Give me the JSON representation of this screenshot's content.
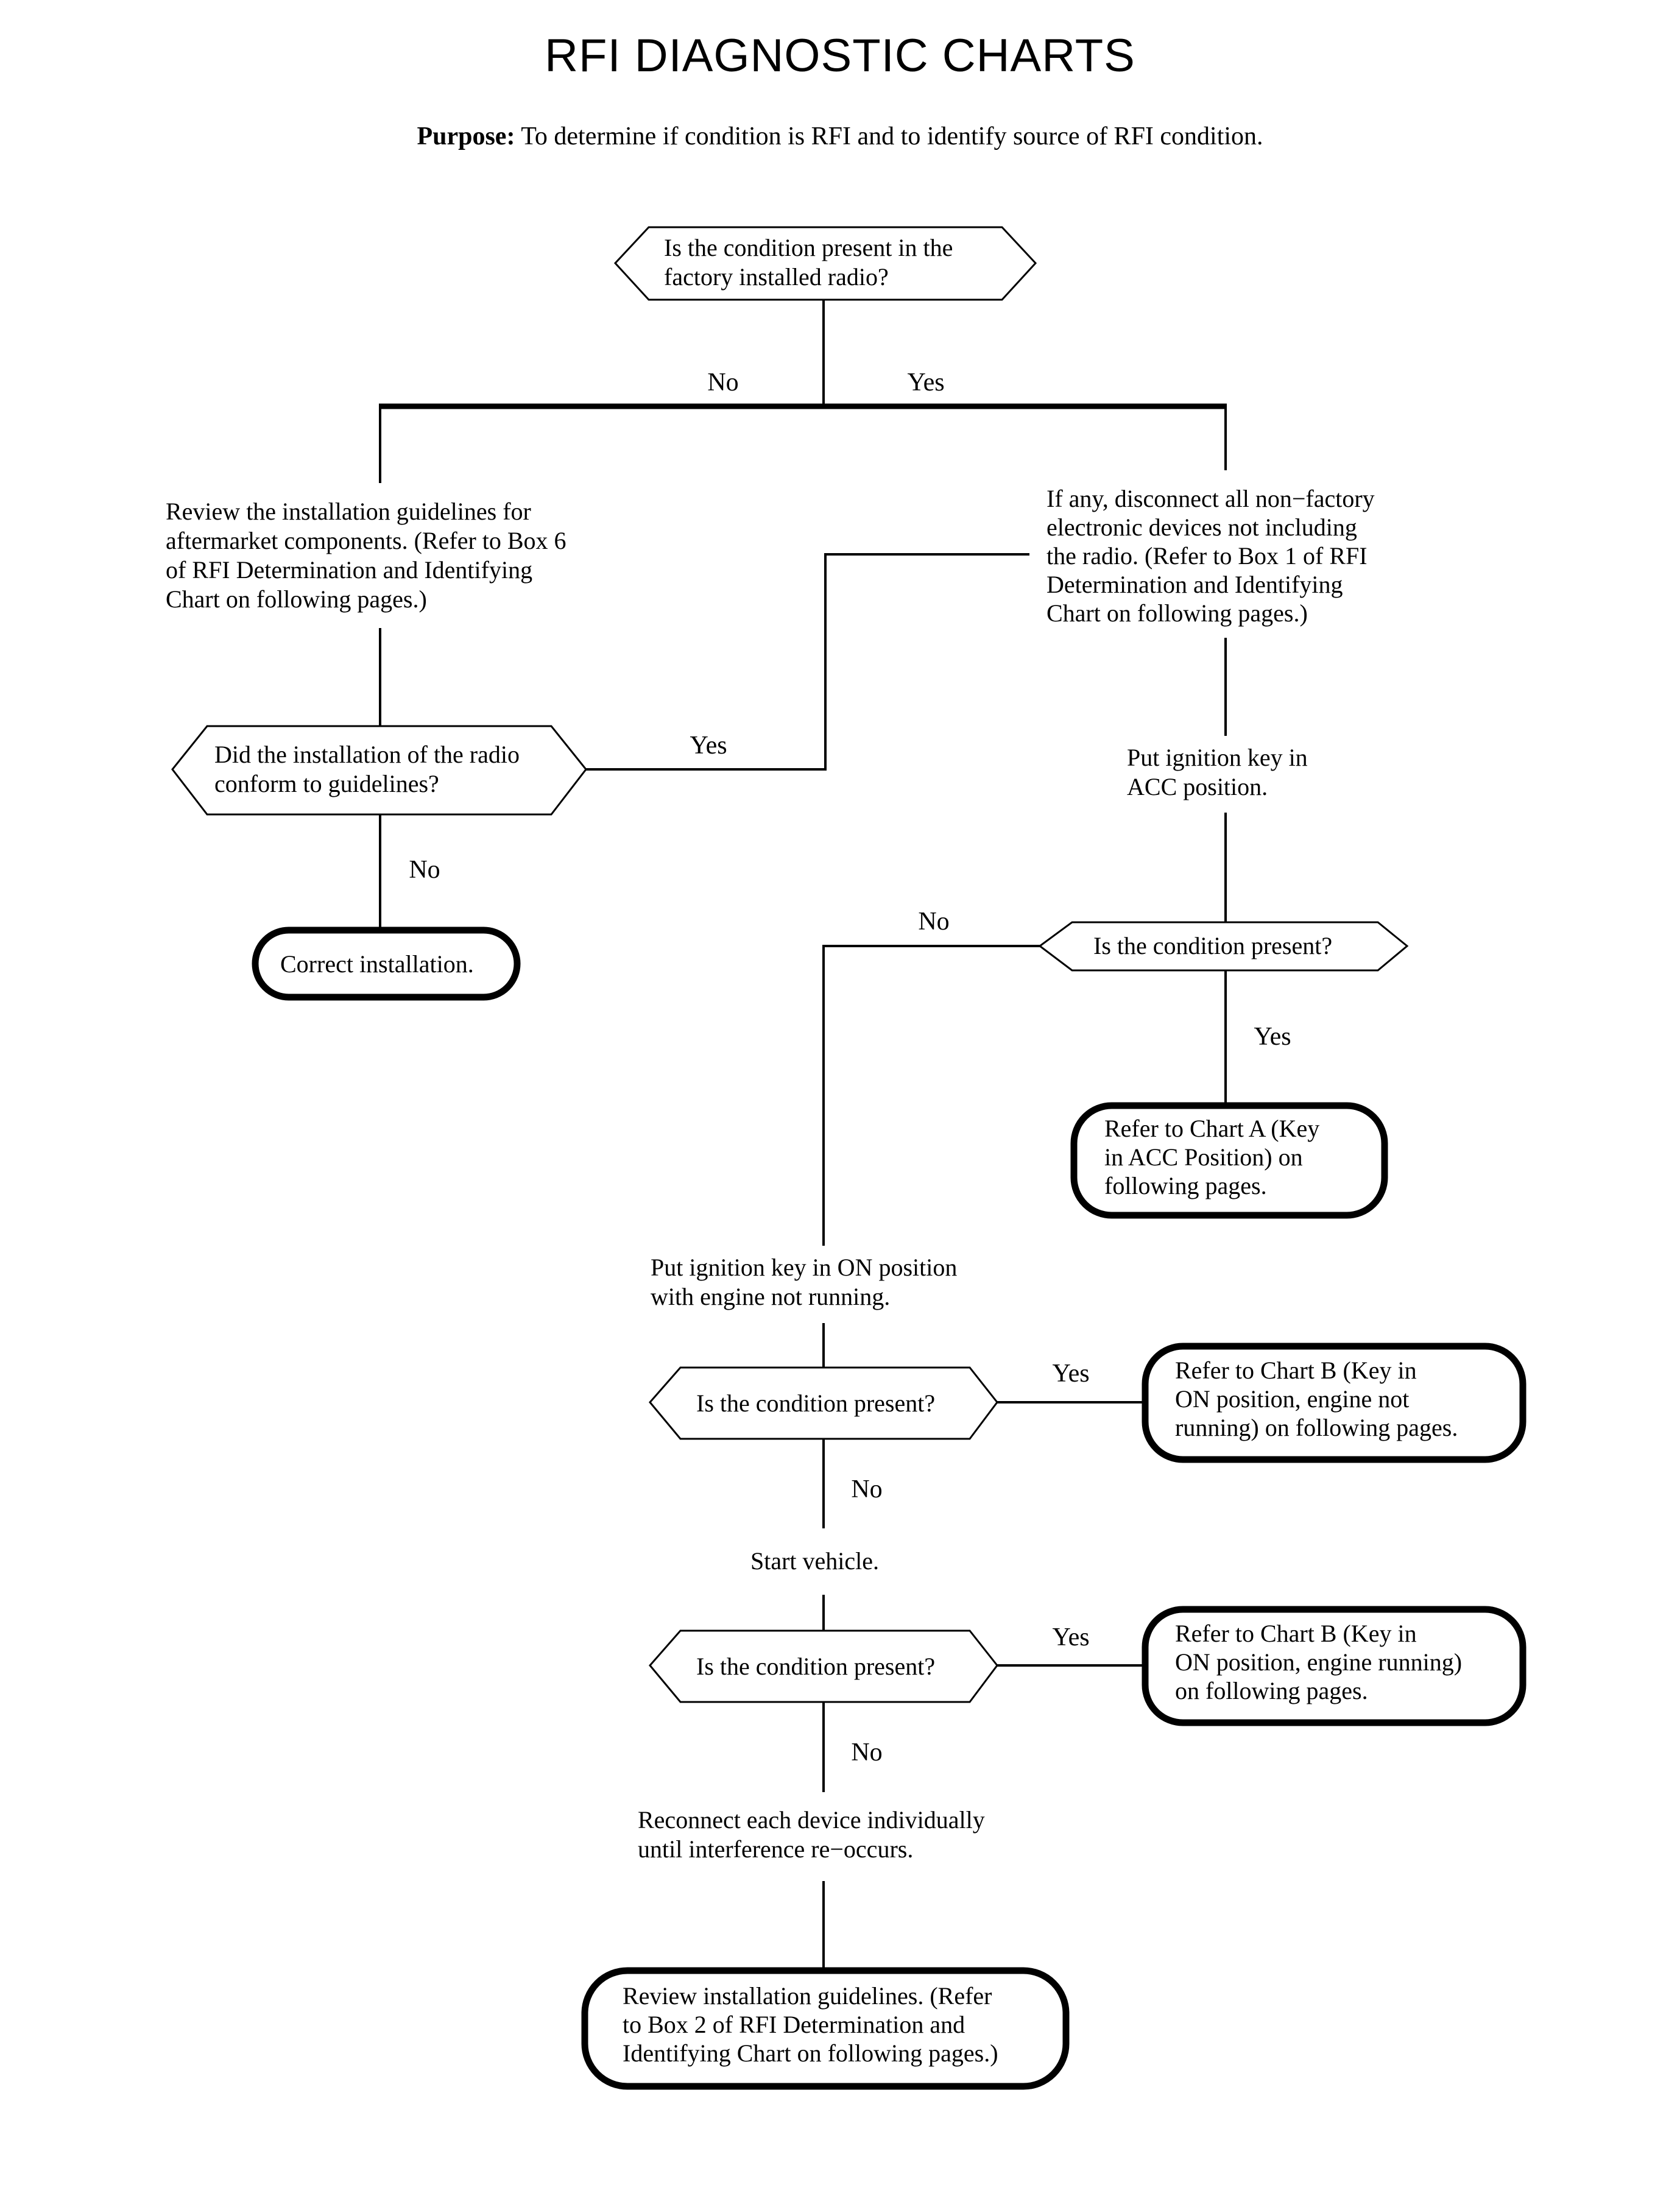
{
  "page": {
    "title": "RFI DIAGNOSTIC CHARTS",
    "purpose_label": "Purpose:",
    "purpose_text": "To determine if condition is RFI and to identify source of RFI condition.",
    "background_color": "#ffffff",
    "line_color": "#000000"
  },
  "chart_data": {
    "type": "flowchart",
    "title": "RFI DIAGNOSTIC CHARTS",
    "nodes": [
      {
        "id": "q1",
        "shape": "decision",
        "lines": [
          "Is the condition present in the",
          "factory installed radio?"
        ]
      },
      {
        "id": "p_review_guidelines",
        "shape": "process",
        "lines": [
          "Review the installation guidelines for",
          "aftermarket components. (Refer to Box 6",
          "of RFI Determination and Identifying",
          "Chart on following pages.)"
        ]
      },
      {
        "id": "p_disconnect",
        "shape": "process",
        "lines": [
          "If any, disconnect all non−factory",
          "electronic devices not including",
          "the radio. (Refer to Box 1 of RFI",
          "Determination and Identifying",
          "Chart on following pages.)"
        ]
      },
      {
        "id": "q_conform",
        "shape": "decision",
        "lines": [
          "Did the installation of the radio",
          "conform to guidelines?"
        ]
      },
      {
        "id": "t_correct_install",
        "shape": "terminator",
        "lines": [
          "Correct installation."
        ]
      },
      {
        "id": "p_key_acc",
        "shape": "process",
        "lines": [
          "Put ignition key in",
          "ACC position."
        ]
      },
      {
        "id": "q_present_acc",
        "shape": "decision",
        "lines": [
          "Is the condition present?"
        ]
      },
      {
        "id": "t_chart_a",
        "shape": "terminator",
        "lines": [
          "Refer to Chart A (Key",
          "in ACC Position) on",
          "following pages."
        ]
      },
      {
        "id": "p_key_on",
        "shape": "process",
        "lines": [
          "Put ignition key in ON position",
          "with engine not running."
        ]
      },
      {
        "id": "q_present_on",
        "shape": "decision",
        "lines": [
          "Is the condition present?"
        ]
      },
      {
        "id": "t_chart_b_notrunning",
        "shape": "terminator",
        "lines": [
          "Refer to Chart B (Key in",
          "ON position, engine not",
          "running) on following pages."
        ]
      },
      {
        "id": "p_start_vehicle",
        "shape": "process",
        "lines": [
          "Start vehicle."
        ]
      },
      {
        "id": "q_present_running",
        "shape": "decision",
        "lines": [
          "Is the condition present?"
        ]
      },
      {
        "id": "t_chart_b_running",
        "shape": "terminator",
        "lines": [
          "Refer to Chart B (Key in",
          "ON position, engine running)",
          "on following pages."
        ]
      },
      {
        "id": "p_reconnect",
        "shape": "process",
        "lines": [
          "Reconnect each device individually",
          "until interference re−occurs."
        ]
      },
      {
        "id": "t_review_guidelines",
        "shape": "terminator",
        "lines": [
          "Review installation guidelines. (Refer",
          "to Box 2 of RFI Determination and",
          "Identifying Chart on following pages.)"
        ]
      }
    ],
    "edge_labels": [
      {
        "id": "lbl-q1-no",
        "text": "No"
      },
      {
        "id": "lbl-q1-yes",
        "text": "Yes"
      },
      {
        "id": "lbl-conform-yes",
        "text": "Yes"
      },
      {
        "id": "lbl-conform-no",
        "text": "No"
      },
      {
        "id": "lbl-acc-no",
        "text": "No"
      },
      {
        "id": "lbl-acc-yes",
        "text": "Yes"
      },
      {
        "id": "lbl-on-yes",
        "text": "Yes"
      },
      {
        "id": "lbl-on-no",
        "text": "No"
      },
      {
        "id": "lbl-run-yes",
        "text": "Yes"
      },
      {
        "id": "lbl-run-no",
        "text": "No"
      }
    ],
    "edges": [
      {
        "from": "q1",
        "to": "p_review_guidelines",
        "label": "No"
      },
      {
        "from": "q1",
        "to": "p_disconnect",
        "label": "Yes"
      },
      {
        "from": "p_review_guidelines",
        "to": "q_conform",
        "label": ""
      },
      {
        "from": "q_conform",
        "to": "p_disconnect",
        "label": "Yes"
      },
      {
        "from": "q_conform",
        "to": "t_correct_install",
        "label": "No"
      },
      {
        "from": "p_disconnect",
        "to": "p_key_acc",
        "label": ""
      },
      {
        "from": "p_key_acc",
        "to": "q_present_acc",
        "label": ""
      },
      {
        "from": "q_present_acc",
        "to": "t_chart_a",
        "label": "Yes"
      },
      {
        "from": "q_present_acc",
        "to": "p_key_on",
        "label": "No"
      },
      {
        "from": "p_key_on",
        "to": "q_present_on",
        "label": ""
      },
      {
        "from": "q_present_on",
        "to": "t_chart_b_notrunning",
        "label": "Yes"
      },
      {
        "from": "q_present_on",
        "to": "p_start_vehicle",
        "label": "No"
      },
      {
        "from": "p_start_vehicle",
        "to": "q_present_running",
        "label": ""
      },
      {
        "from": "q_present_running",
        "to": "t_chart_b_running",
        "label": "Yes"
      },
      {
        "from": "q_present_running",
        "to": "p_reconnect",
        "label": "No"
      },
      {
        "from": "p_reconnect",
        "to": "t_review_guidelines",
        "label": ""
      }
    ]
  }
}
